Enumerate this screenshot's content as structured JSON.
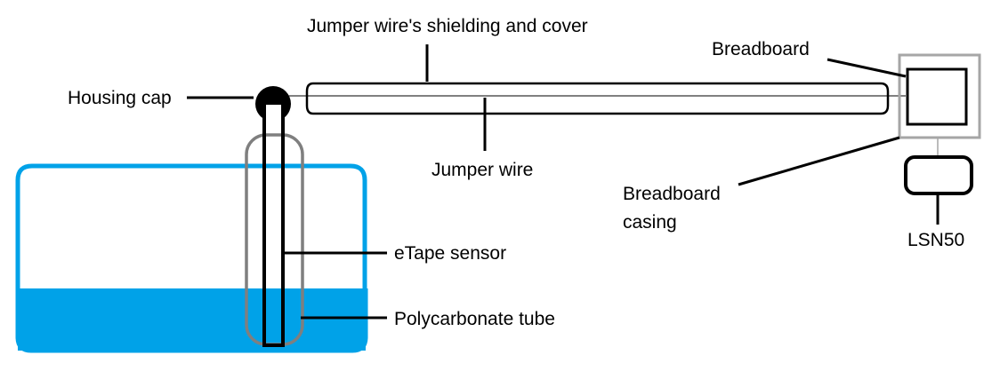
{
  "labels": {
    "shielding": "Jumper wire's shielding and cover",
    "breadboard": "Breadboard",
    "housing_cap": "Housing cap",
    "jumper_wire": "Jumper wire",
    "breadboard_casing_line1": "Breadboard",
    "breadboard_casing_line2": "casing",
    "lsn50": "LSN50",
    "etape": "eTape sensor",
    "tube": "Polycarbonate tube"
  },
  "colors": {
    "water": "#00a2e8",
    "tube": "#7f7f7f",
    "casing": "#a6a6a6",
    "line": "#000000"
  }
}
